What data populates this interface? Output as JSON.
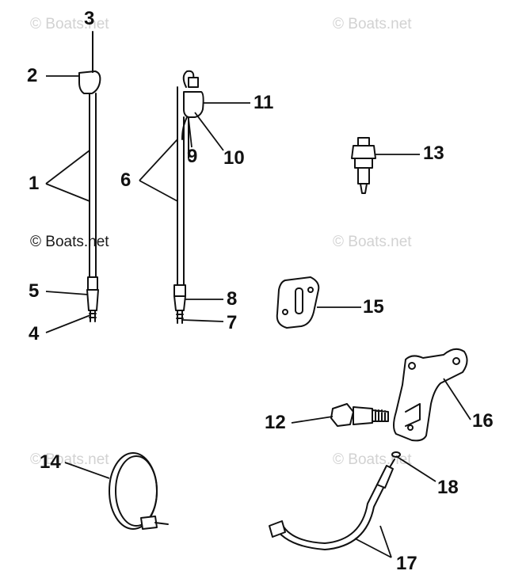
{
  "watermark": "© Boats.net",
  "callouts": {
    "c1": "1",
    "c2": "2",
    "c3": "3",
    "c4": "4",
    "c5": "5",
    "c6": "6",
    "c7": "7",
    "c8": "8",
    "c9": "9",
    "c10": "10",
    "c11": "11",
    "c12": "12",
    "c13": "13",
    "c14": "14",
    "c15": "15",
    "c16": "16",
    "c17": "17",
    "c18": "18"
  }
}
